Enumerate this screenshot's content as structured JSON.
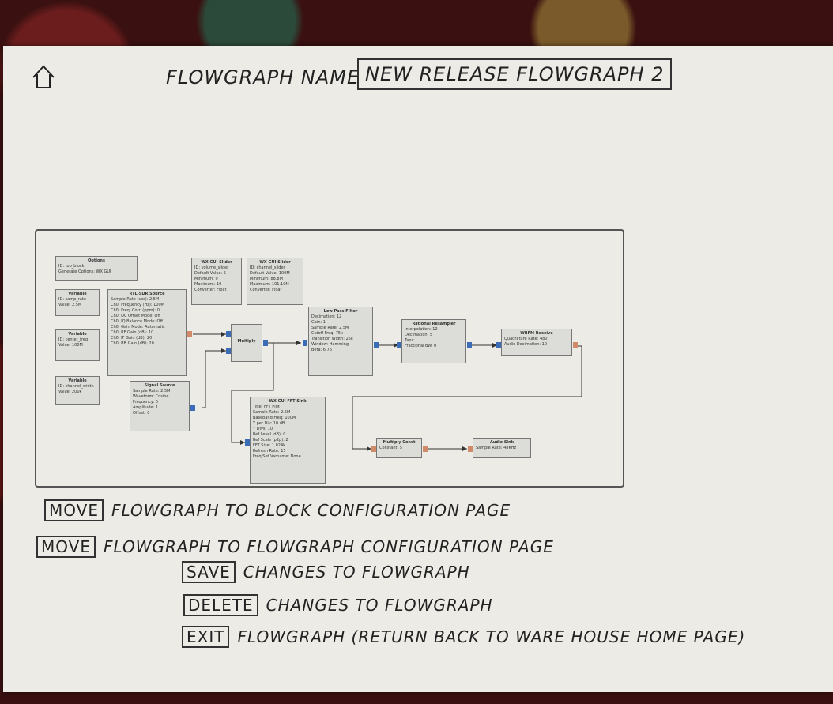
{
  "header": {
    "home_icon": "home-icon",
    "flowgraph_name_label": "FLOWGRAPH NAME",
    "flowgraph_name_value": "NEW RELEASE FLOWGRAPH 2"
  },
  "blocks": {
    "options": {
      "title": "Options",
      "rows": [
        "ID: top_block",
        "Generate Options: WX GUI"
      ]
    },
    "variable1": {
      "title": "Variable",
      "rows": [
        "ID: samp_rate",
        "Value: 2.5M"
      ]
    },
    "variable2": {
      "title": "Variable",
      "rows": [
        "ID: center_freq",
        "Value: 100M"
      ]
    },
    "variable3": {
      "title": "Variable",
      "rows": [
        "ID: channel_width",
        "Value: 200k"
      ]
    },
    "rtlsdr": {
      "title": "RTL-SDR Source",
      "rows": [
        "Sample Rate (sps): 2.5M",
        "Ch0: Frequency (Hz): 100M",
        "Ch0: Freq. Corr. (ppm): 0",
        "Ch0: DC Offset Mode: Off",
        "Ch0: IQ Balance Mode: Off",
        "Ch0: Gain Mode: Automatic",
        "Ch0: RF Gain (dB): 10",
        "Ch0: IF Gain (dB): 20",
        "Ch0: BB Gain (dB): 20"
      ]
    },
    "slider1": {
      "title": "WX GUI Slider",
      "rows": [
        "ID: volume_slider",
        "Default Value: 5",
        "Minimum: 0",
        "Maximum: 10",
        "Converter: Float"
      ]
    },
    "slider2": {
      "title": "WX GUI Slider",
      "rows": [
        "ID: channel_slider",
        "Default Value: 100M",
        "Minimum: 88.8M",
        "Maximum: 101.10M",
        "Converter: Float"
      ]
    },
    "signal": {
      "title": "Signal Source",
      "rows": [
        "Sample Rate: 2.5M",
        "Waveform: Cosine",
        "Frequency: 0",
        "Amplitude: 1",
        "Offset: 0"
      ]
    },
    "multiply": {
      "title": "Multiply"
    },
    "lpf": {
      "title": "Low Pass Filter",
      "rows": [
        "Decimation: 12",
        "Gain: 1",
        "Sample Rate: 2.5M",
        "Cutoff Freq: 75k",
        "Transition Width: 25k",
        "Window: Hamming",
        "Beta: 6.76"
      ]
    },
    "resampler": {
      "title": "Rational Resampler",
      "rows": [
        "Interpolation: 12",
        "Decimation: 5",
        "Taps:",
        "Fractional BW: 0"
      ]
    },
    "wbfm": {
      "title": "WBFM Receive",
      "rows": [
        "Quadrature Rate: 480",
        "Audio Decimation: 10"
      ]
    },
    "fft": {
      "title": "WX GUI FFT Sink",
      "rows": [
        "Title: FFT Plot",
        "Sample Rate: 2.5M",
        "Baseband Freq: 100M",
        "Y per Div: 10 dB",
        "Y Divs: 10",
        "Ref Level (dB): 0",
        "Ref Scale (p2p): 2",
        "FFT Size: 1.024k",
        "Refresh Rate: 15",
        "Freq Set Varname: None"
      ]
    },
    "multconst": {
      "title": "Multiply Const",
      "rows": [
        "Constant: 5"
      ]
    },
    "audio": {
      "title": "Audio Sink",
      "rows": [
        "Sample Rate: 48KHz"
      ]
    }
  },
  "actions": [
    {
      "button": "MOVE",
      "text": "FLOWGRAPH TO BLOCK CONFIGURATION PAGE"
    },
    {
      "button": "MOVE",
      "text": "FLOWGRAPH TO FLOWGRAPH CONFIGURATION PAGE"
    },
    {
      "button": "SAVE",
      "text": "CHANGES TO FLOWGRAPH"
    },
    {
      "button": "DELETE",
      "text": "CHANGES TO FLOWGRAPH"
    },
    {
      "button": "EXIT",
      "text": "FLOWGRAPH (RETURN BACK TO WARE HOUSE HOME PAGE)"
    }
  ]
}
